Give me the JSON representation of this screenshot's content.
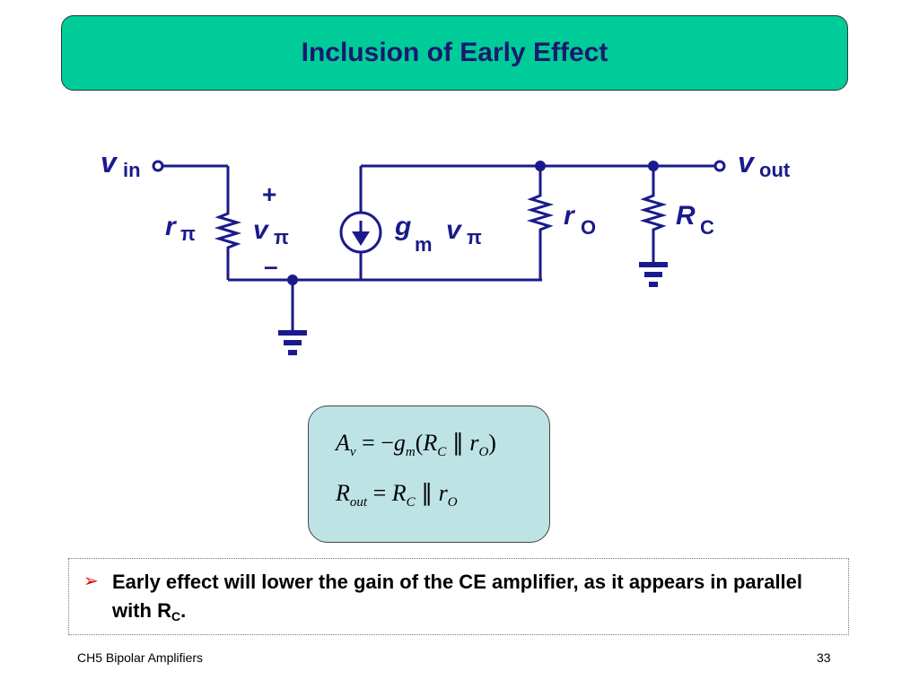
{
  "slide": {
    "title": "Inclusion of Early Effect",
    "footer": "CH5 Bipolar Amplifiers",
    "page_number": "33"
  },
  "circuit": {
    "vin_symbol": "v",
    "vin_sub": "in",
    "vout_symbol": "v",
    "vout_sub": "out",
    "r_pi_symbol": "r",
    "r_pi_sub": "π",
    "v_pi_symbol": "v",
    "v_pi_sub": "π",
    "plus_sign": "+",
    "minus_sign": "–",
    "gm_symbol": "g",
    "gm_sub": "m",
    "gm_v_symbol": "v",
    "gm_v_sub": "π",
    "ro_symbol": "r",
    "ro_sub": "O",
    "rc_symbol": "R",
    "rc_sub": "C",
    "wire_color": "#1a1a8c"
  },
  "formulas": {
    "gain": {
      "lhs": "A",
      "lhs_sub": "v",
      "equals": " = −",
      "g": "g",
      "g_sub": "m",
      "open": "(",
      "r1": "R",
      "r1_sub": "C",
      "par": " ∥ ",
      "r2": "r",
      "r2_sub": "O",
      "close": ")"
    },
    "rout": {
      "lhs": "R",
      "lhs_sub": "out",
      "equals": " = ",
      "r1": "R",
      "r1_sub": "C",
      "par": " ∥ ",
      "r2": "r",
      "r2_sub": "O"
    }
  },
  "bullet": {
    "marker": "➢",
    "text": "Early effect will lower the gain of the CE amplifier, as it appears in parallel with R",
    "sub": "C",
    "end": "."
  }
}
